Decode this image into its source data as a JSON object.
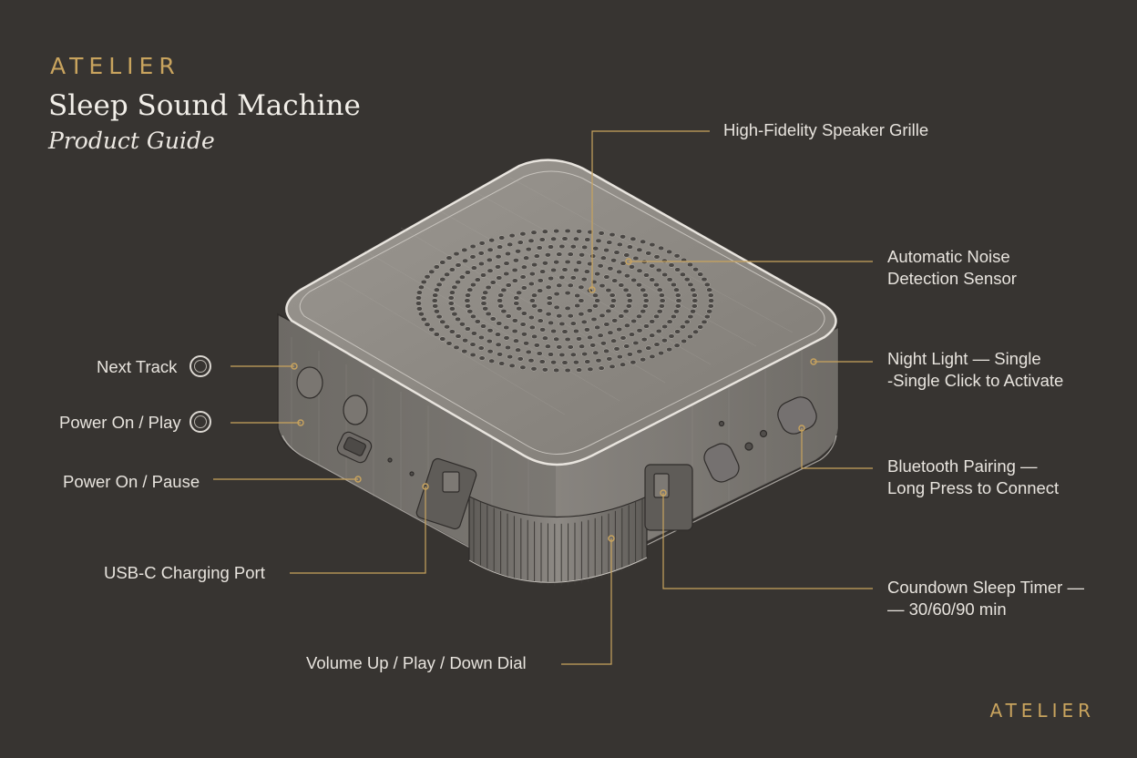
{
  "header": {
    "brand": "ATELIER",
    "title": "Sleep Sound Machine",
    "subtitle": "Product Guide"
  },
  "footer": {
    "brand": "ATELIER"
  },
  "colors": {
    "background": "#373431",
    "accent": "#c9a45e",
    "text": "#e8e4de"
  },
  "callouts": {
    "speaker_grille": "High-Fidelity Speaker Grille",
    "noise_sensor": [
      "Automatic Noise",
      "Detection Sensor"
    ],
    "night_light": [
      "Night Light — Single",
      "-Single Click to Activate"
    ],
    "bluetooth": [
      "Bluetooth Pairing —",
      "Long Press to Connect"
    ],
    "sleep_timer": [
      "Coundown Sleep Timer —",
      "— 30/60/90 min"
    ],
    "volume_dial": "Volume Up / Play / Down Dial",
    "usb_port": "USB-C Charging Port",
    "power_pause": "Power On / Pause",
    "power_play": "Power On / Play",
    "next_track": "Next Track"
  },
  "icons": [
    "next-track-button-icon",
    "power-play-button-icon"
  ]
}
